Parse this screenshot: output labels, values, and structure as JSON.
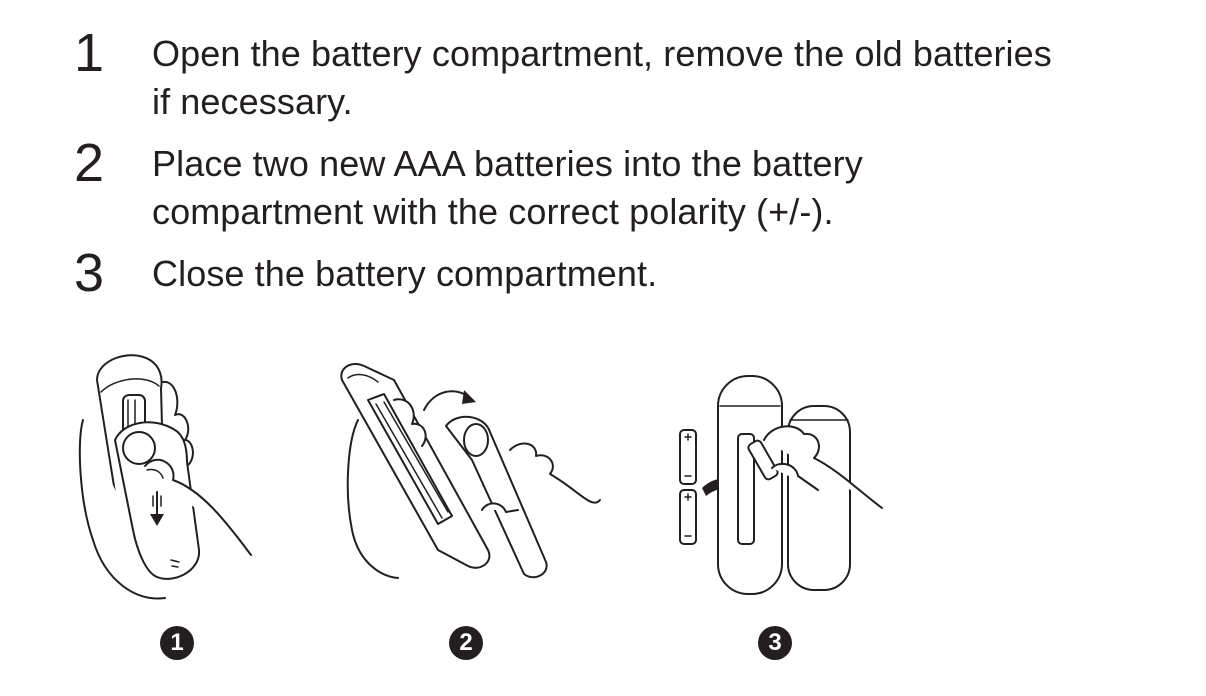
{
  "steps": [
    {
      "number": "1",
      "text": "Open the battery compartment, remove the old batteries\nif necessary."
    },
    {
      "number": "2",
      "text": "Place two new AAA batteries into the battery\ncompartment with the correct polarity (+/-)."
    },
    {
      "number": "3",
      "text": "Close the battery compartment."
    }
  ],
  "illustrations": [
    {
      "badge": "1",
      "icon": "open-compartment-illustration"
    },
    {
      "badge": "2",
      "icon": "remove-cover-illustration"
    },
    {
      "badge": "3",
      "icon": "insert-batteries-illustration"
    }
  ],
  "colors": {
    "text": "#231f20",
    "background": "#ffffff"
  }
}
